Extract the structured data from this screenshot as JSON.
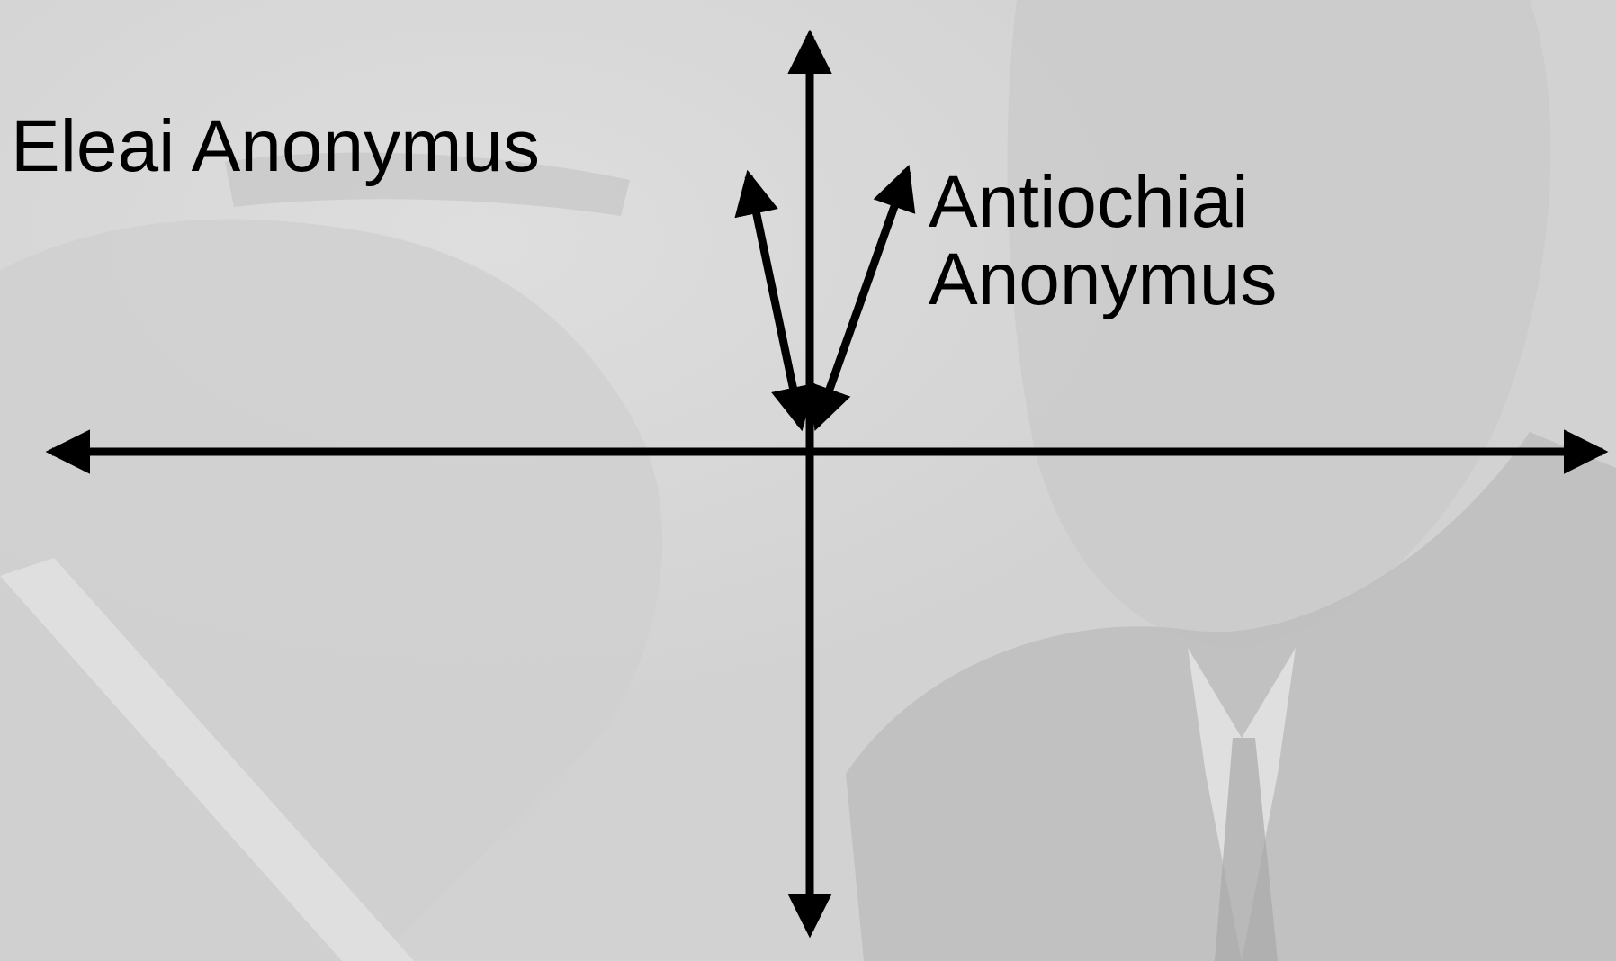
{
  "labels": {
    "left": "Eleai Anonymus",
    "right_line1": "Antiochiai",
    "right_line2": "Anonymus"
  },
  "colors": {
    "background": "#d6d6d6",
    "arrows": "#000000",
    "text": "#000000"
  }
}
